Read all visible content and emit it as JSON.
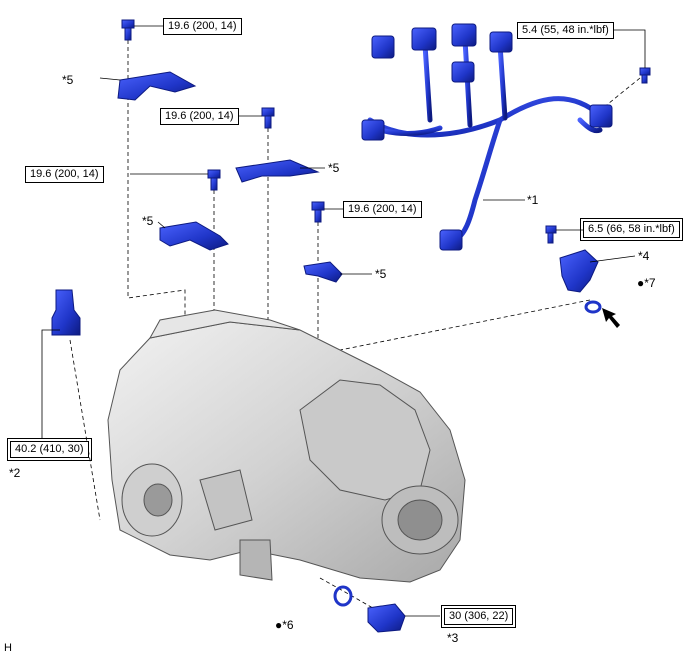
{
  "torque_specs": {
    "t1": "19.6 (200, 14)",
    "t2": "19.6 (200, 14)",
    "t3": "19.6 (200, 14)",
    "t4": "19.6 (200, 14)",
    "t5": "5.4 (55, 48 in.*lbf)",
    "t6": "6.5 (66, 58 in.*lbf)",
    "t7": "40.2 (410, 30)",
    "t8": "30 (306, 22)"
  },
  "callouts": {
    "c1": "*1",
    "c2": "*2",
    "c3": "*3",
    "c4": "*4",
    "c5a": "*5",
    "c5b": "*5",
    "c5c": "*5",
    "c5d": "*5",
    "c6": "●*6",
    "c7": "●*7",
    "corner": "H"
  },
  "colors": {
    "part_blue": "#1f35c8",
    "part_dark": "#0d1a80",
    "housing": "#d9d9d9",
    "line": "#000000"
  }
}
